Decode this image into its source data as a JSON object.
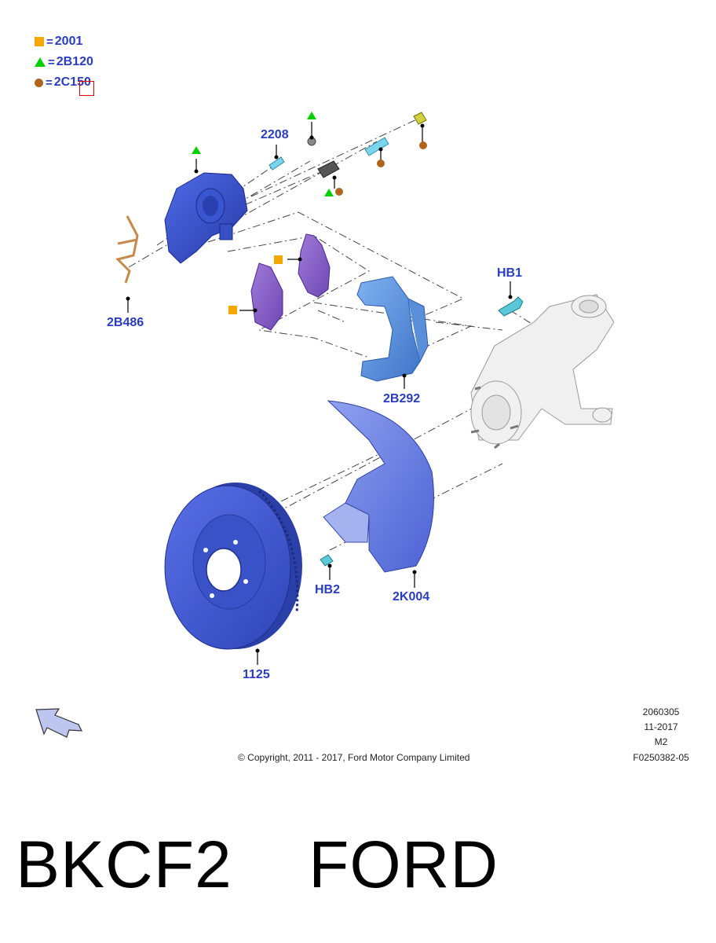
{
  "legend": [
    {
      "symbol": "square",
      "icon": "orange-square-icon",
      "eq": "=",
      "code": "2001"
    },
    {
      "symbol": "triangle",
      "icon": "green-triangle-icon",
      "eq": "=",
      "code": "2B120"
    },
    {
      "symbol": "circle",
      "icon": "brown-circle-icon",
      "eq": "=",
      "code": "2C150"
    }
  ],
  "callouts": {
    "c2208": "2208",
    "cHB1": "HB1",
    "c2B486": "2B486",
    "c2B292": "2B292",
    "cHB2": "HB2",
    "c2K004": "2K004",
    "c1125": "1125"
  },
  "meta": {
    "code": "2060305",
    "date": "11-2017",
    "rev": "M2",
    "ref": "F0250382-05"
  },
  "copyright": "© Copyright, 2011 - 2017, Ford Motor Company Limited",
  "caption": "BKCF2    FORD",
  "colors": {
    "label": "#2a3cc0",
    "orange": "#f5a800",
    "green": "#00d000",
    "brown": "#b0651c",
    "highlight": "#e00000"
  }
}
